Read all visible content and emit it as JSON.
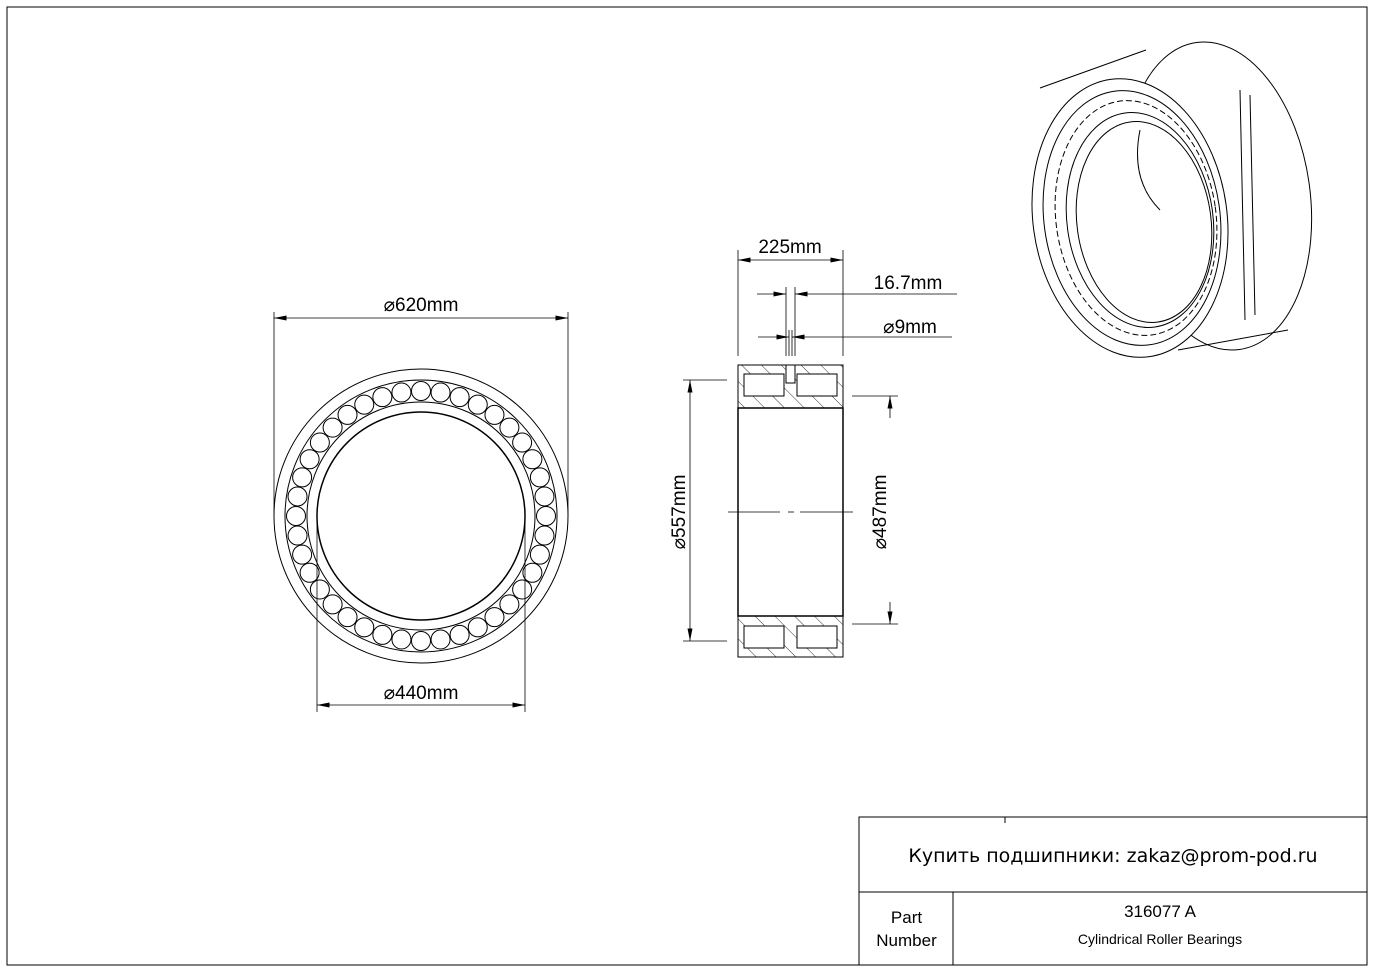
{
  "dimensions": {
    "outer_diameter": "620mm",
    "bore_diameter": "440mm",
    "width": "225mm",
    "groove_width": "16.7mm",
    "lube_hole": "9mm",
    "outer_ring_inner_diameter": "557mm",
    "inner_ring_outer_diameter": "487mm",
    "diameter_symbol": "⌀"
  },
  "title_block": {
    "contact": "Купить подшипники: zakaz@prom-pod.ru",
    "part_label": "Part Number",
    "part_number": "316077 A",
    "description": "Cylindrical Roller Bearings"
  },
  "front_view": {
    "roller_count": 40
  }
}
